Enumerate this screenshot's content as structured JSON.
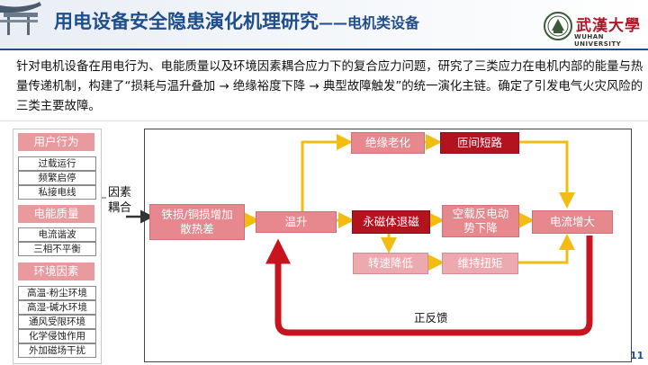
{
  "header": {
    "title": "用电设备安全隐患演化机理研究",
    "subtitle": "——电机类设备",
    "logo_chinese": "武漢大學",
    "logo_english": "WUHAN UNIVERSITY"
  },
  "intro": "针对电机设备在用电行为、电能质量以及环境因素耦合应力下的复合应力问题，研究了三类应力在电机内部的能量与热量传递机制，构建了“损耗与温升叠加 → 绝缘裕度下降 → 典型故障触发”的统一演化主链。确定了引发电气火灾风险的三类主要故障。",
  "left_panel": {
    "user_behavior": {
      "title": "用户行为",
      "items": [
        "过载运行",
        "频繁启停",
        "私接电线"
      ]
    },
    "power_quality": {
      "title": "电能质量",
      "items": [
        "电流谐波",
        "三相不平衡"
      ]
    },
    "environment": {
      "title": "环境因素",
      "items": [
        "高温-粉尘环境",
        "高湿-碱水环境",
        "通风受限环境",
        "化学侵蚀作用",
        "外加磁场干扰"
      ]
    }
  },
  "coupling_label": "因素\n耦合",
  "flow": {
    "loss_heat": "铁损/铜损增加散热差",
    "temp_rise": "温升",
    "insulation_aging": "绝缘老化",
    "interturn_short": "匝间短路",
    "pm_demag": "永磁体退磁",
    "backemf_drop": "空载反电动势下降",
    "current_increase": "电流增大",
    "speed_drop": "转速降低",
    "torque_keep": "维持扭矩",
    "positive_feedback": "正反馈"
  },
  "colors": {
    "title_blue": "#1f4e8c",
    "node_pink": "#e7878e",
    "node_dark": "#b3121f",
    "arrow_yellow": "#f2bd12",
    "feedback_red": "#c8141e"
  },
  "page_number": "11"
}
